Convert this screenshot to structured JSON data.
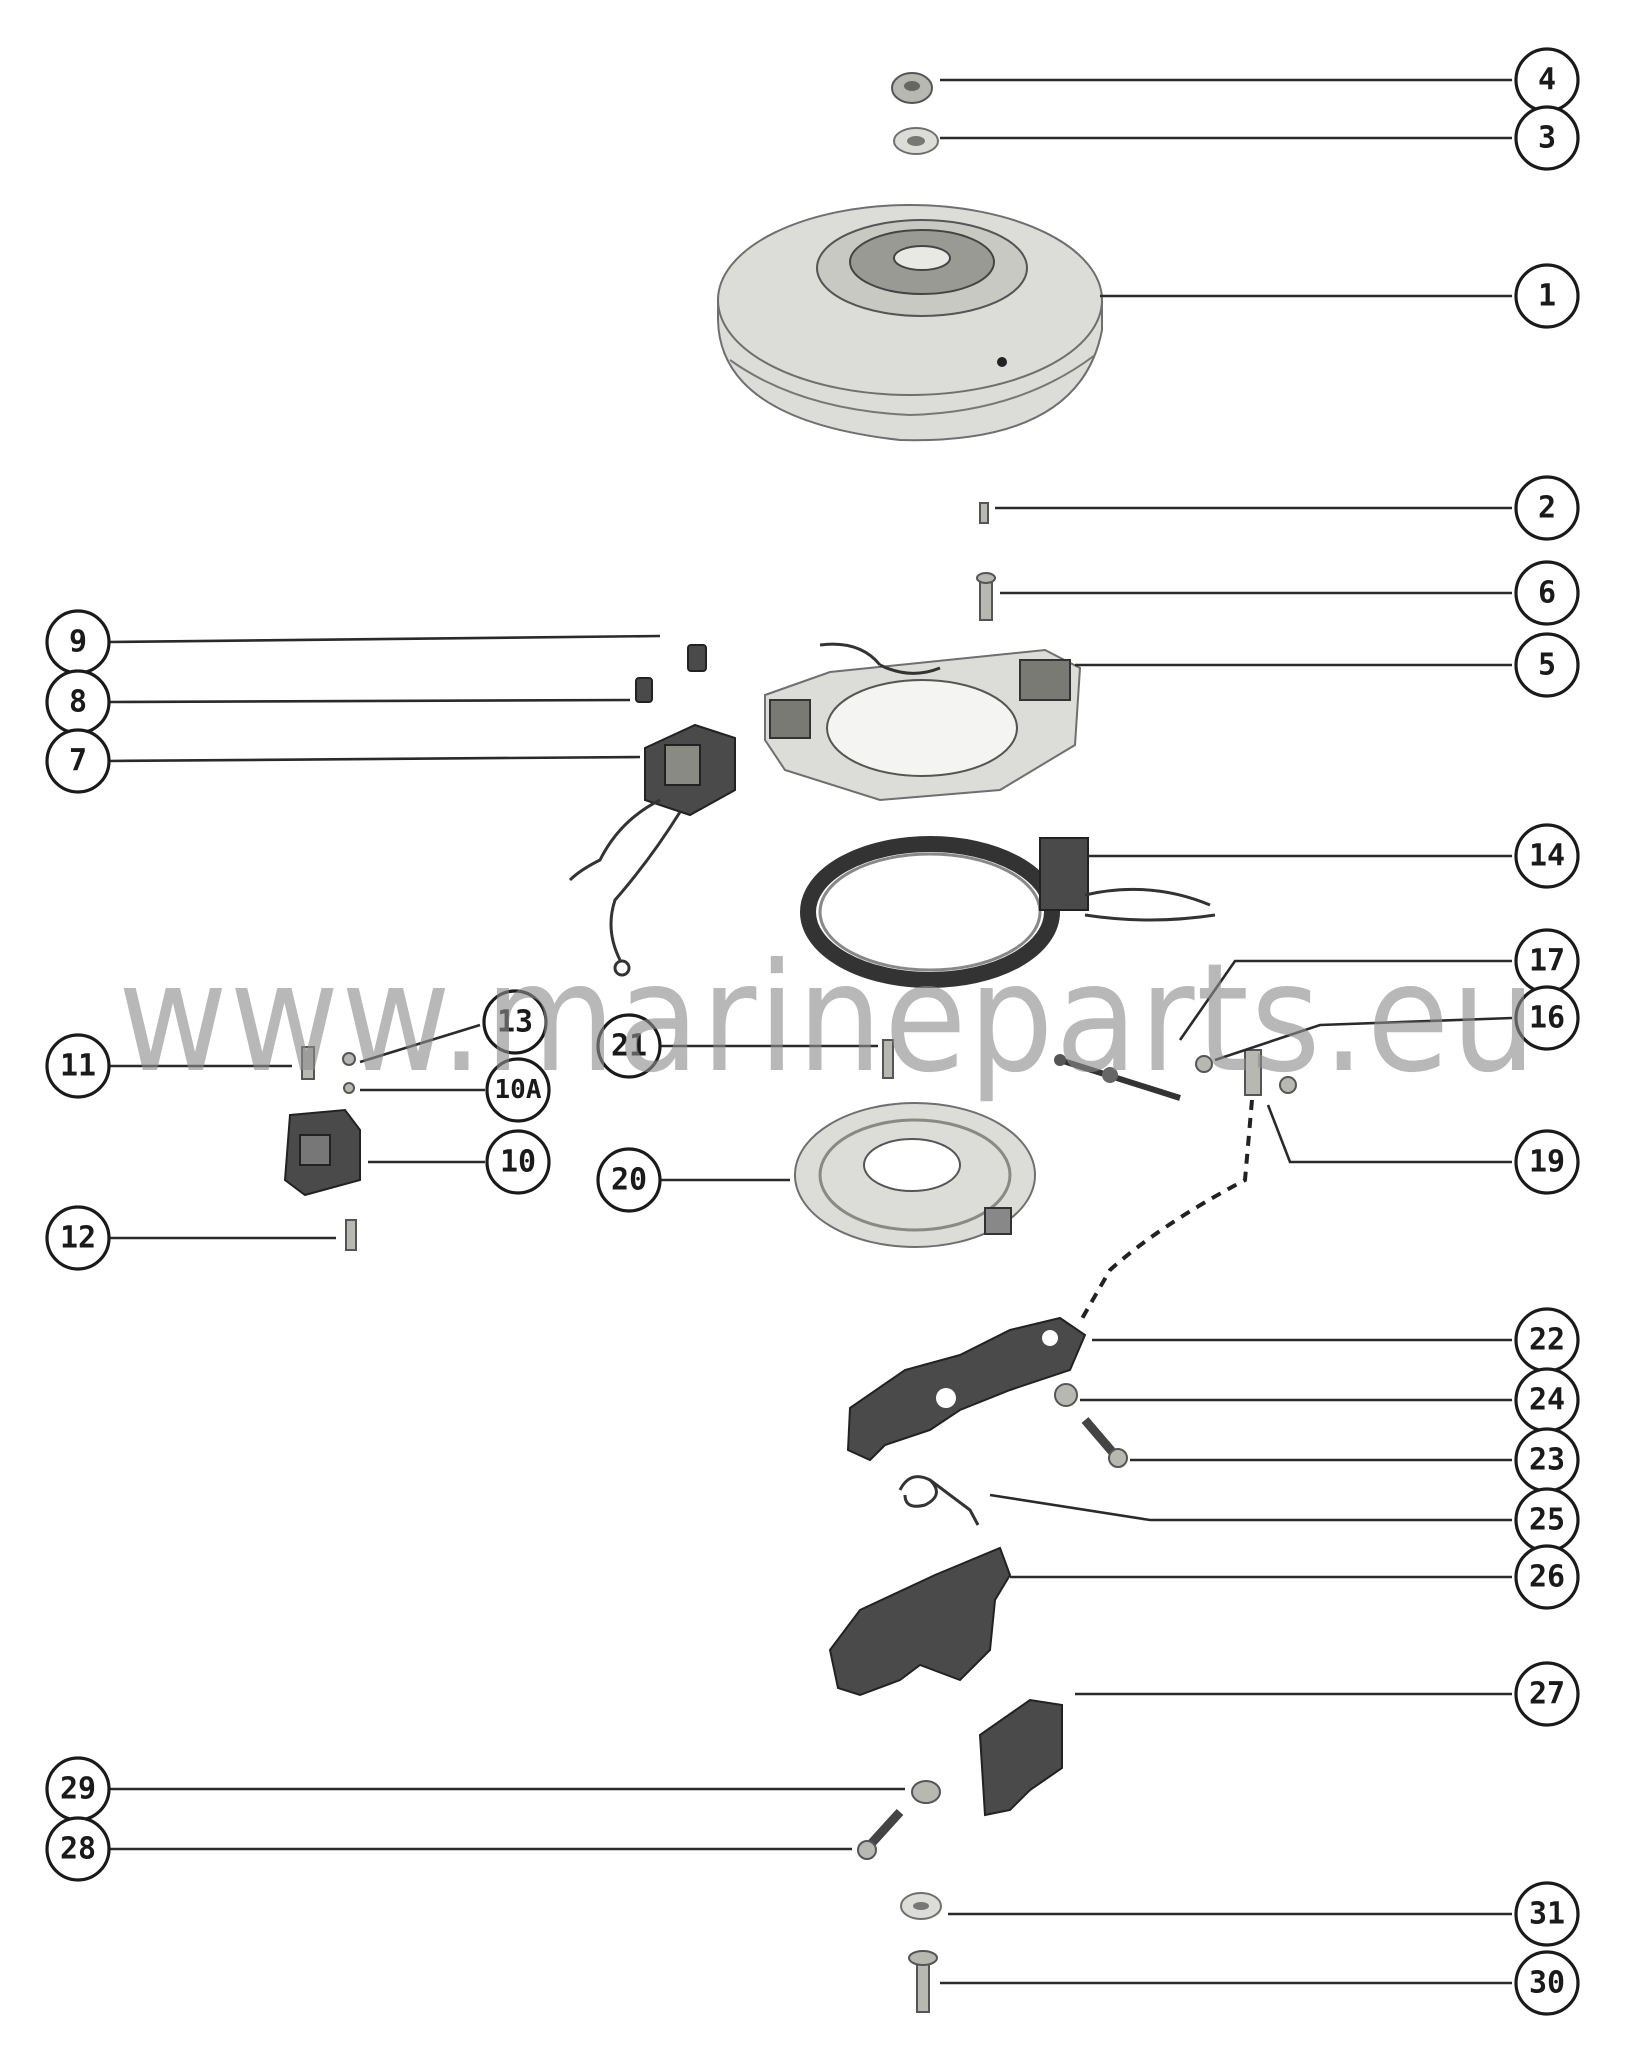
{
  "watermark": "www.marineparts.eu",
  "callouts": [
    {
      "id": "c4",
      "label": "4",
      "side": "right"
    },
    {
      "id": "c3",
      "label": "3",
      "side": "right"
    },
    {
      "id": "c1",
      "label": "1",
      "side": "right"
    },
    {
      "id": "c2",
      "label": "2",
      "side": "right"
    },
    {
      "id": "c6",
      "label": "6",
      "side": "right"
    },
    {
      "id": "c5",
      "label": "5",
      "side": "right"
    },
    {
      "id": "c9",
      "label": "9",
      "side": "left"
    },
    {
      "id": "c8",
      "label": "8",
      "side": "left"
    },
    {
      "id": "c7",
      "label": "7",
      "side": "left"
    },
    {
      "id": "c14",
      "label": "14",
      "side": "right"
    },
    {
      "id": "c17",
      "label": "17",
      "side": "right"
    },
    {
      "id": "c16",
      "label": "16",
      "side": "right"
    },
    {
      "id": "c11",
      "label": "11",
      "side": "left"
    },
    {
      "id": "c13",
      "label": "13",
      "side": "left"
    },
    {
      "id": "c10a",
      "label": "10A",
      "side": "left"
    },
    {
      "id": "c21",
      "label": "21",
      "side": "left"
    },
    {
      "id": "c10",
      "label": "10",
      "side": "left"
    },
    {
      "id": "c19",
      "label": "19",
      "side": "right"
    },
    {
      "id": "c20",
      "label": "20",
      "side": "left"
    },
    {
      "id": "c12",
      "label": "12",
      "side": "left"
    },
    {
      "id": "c22",
      "label": "22",
      "side": "right"
    },
    {
      "id": "c24",
      "label": "24",
      "side": "right"
    },
    {
      "id": "c23",
      "label": "23",
      "side": "right"
    },
    {
      "id": "c25",
      "label": "25",
      "side": "right"
    },
    {
      "id": "c26",
      "label": "26",
      "side": "right"
    },
    {
      "id": "c27",
      "label": "27",
      "side": "right"
    },
    {
      "id": "c29",
      "label": "29",
      "side": "left"
    },
    {
      "id": "c28",
      "label": "28",
      "side": "left"
    },
    {
      "id": "c31",
      "label": "31",
      "side": "right"
    },
    {
      "id": "c30",
      "label": "30",
      "side": "right"
    }
  ]
}
